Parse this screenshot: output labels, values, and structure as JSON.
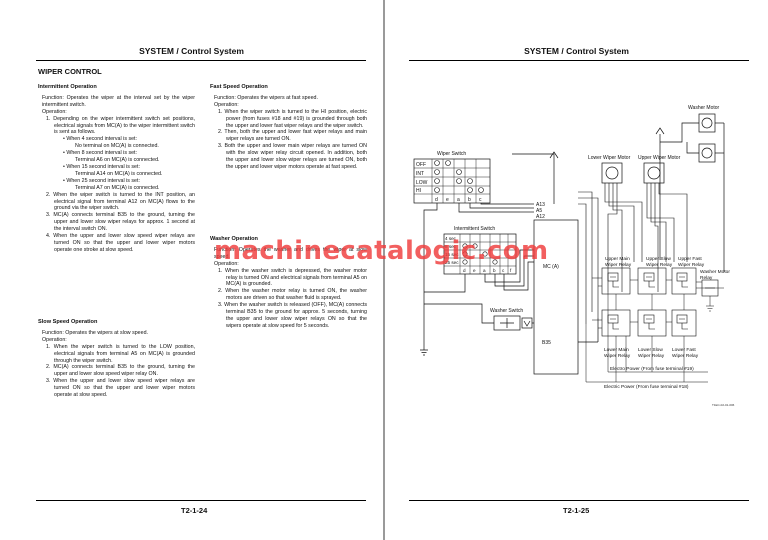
{
  "header_title": "SYSTEM / Control System",
  "left_page": {
    "section_title": "WIPER CONTROL",
    "intermittent": {
      "heading": "Intermittent Operation",
      "function": "Function: Operates the wiper at the interval set by the wiper intermittent switch.",
      "operation_label": "Operation:",
      "item1": "1.  Depending on the wiper intermittent switch set positions, electrical signals from MC(A) to the wiper intermittent switch is sent as follows.",
      "b1": "•  When 4 second interval is set:",
      "b1d": "No terminal on MC(A) is connected.",
      "b2": "•  When 8 second interval is set:",
      "b2d": "Terminal A6 on MC(A) is connected.",
      "b3": "•  When 15 second interval is set:",
      "b3d": "Terminal A14 on MC(A) is connected.",
      "b4": "•  When 25 second interval is set:",
      "b4d": "Terminal A7 on MC(A) is connected.",
      "item2": "2.  When the wiper switch is turned to the INT position, an electrical signal from terminal A12 on MC(A) flows to the ground via the wiper switch.",
      "item3": "3.  MC(A) connects terminal B35 to the ground, turning the upper and lower slow wiper relays for approx. 1 second at the interval switch ON.",
      "item4": "4.  When the upper and lower slow speed wiper relays are turned ON so that the upper and lower wiper motors operate one stroke at slow speed."
    },
    "slow": {
      "heading": "Slow Speed Operation",
      "function": "Function: Operates the wipers at slow speed.",
      "operation_label": "Operation:",
      "item1": "1.  When the wiper switch is turned to the LOW position, electrical signals from terminal A5 on MC(A) is grounded through the wiper switch.",
      "item2": "2.  MC(A) connects terminal B35 to the ground, turning the upper and lower slow speed wiper relay ON.",
      "item3": "3.  When the upper and lower slow speed wiper relays are turned ON so that the upper and lower wiper motors operate at slow speed."
    },
    "fast": {
      "heading": "Fast Speed Operation",
      "function": "Function: Operates the wipers at fast speed.",
      "operation_label": "Operation:",
      "item1": "1.  When the wiper switch is turned to the HI position, electric power (from fuses #18 and #19) is grounded through both the upper and lower fast wiper relays and the wiper switch.",
      "item2": "2.  Then, both the upper and lower fast wiper relays and main wiper relays are turned ON.",
      "item3": "3.  Both the upper and lower main wiper relays are turned ON with the slow wiper relay circuit opened. In addition, both the upper and lower slow wiper relays are turned ON, both the upper and lower wiper motors operate at fast speed."
    },
    "washer": {
      "heading": "Washer Operation",
      "function": "Function: Operates the washer and drives the wiper at slow speed.",
      "operation_label": "Operation:",
      "item1": "1.  When the washer switch is depressed, the washer motor relay is turned ON and electrical signals from terminal A5 on MC(A) is grounded.",
      "item2": "2.  When the washer motor relay is turned ON, the washer motors are driven so that washer fluid is sprayed.",
      "item3": "3.  When the washer switch is released (OFF), MC(A) connects terminal B35 to the ground for approx. 5 seconds, turning the upper and lower slow wiper relays ON so that the wipers operate at slow speed for 5 seconds."
    },
    "page_number": "T2-1-24"
  },
  "right_page": {
    "page_number": "T2-1-25",
    "diagram": {
      "washer_motor": "Washer Motor",
      "lower_wiper_motor": "Lower Wiper Motor",
      "upper_wiper_motor": "Upper Wiper Motor",
      "wiper_switch": "Wiper Switch",
      "switch_rows": [
        "OFF",
        "INT",
        "LOW",
        "HI"
      ],
      "switch_cols": [
        "d",
        "e",
        "a",
        "b",
        "c"
      ],
      "intermittent_switch": "Intermittent Switch",
      "interval_rows": [
        "4 sec",
        "8 sec",
        "15 sec",
        "25 sec"
      ],
      "interval_cols": [
        "d",
        "e",
        "a",
        "b",
        "c",
        "f"
      ],
      "mc": "MC (A)",
      "terminals": [
        "A13",
        "A5",
        "A12"
      ],
      "b35": "B35",
      "washer_switch": "Washer Switch",
      "upper_main_wiper_relay": [
        "Upper Main",
        "Wiper Relay"
      ],
      "upper_slow_wiper_relay": [
        "Upper Slow",
        "Wiper Relay"
      ],
      "upper_fast_wiper_relay": [
        "Upper Fast",
        "Wiper Relay"
      ],
      "washer_motor_relay": [
        "Washer Motor",
        "Relay"
      ],
      "lower_main_wiper_relay": [
        "Lower Main",
        "Wiper Relay"
      ],
      "lower_slow_wiper_relay": [
        "Lower Slow",
        "Wiper Relay"
      ],
      "lower_fast_wiper_relay": [
        "Lower Fast",
        "Wiper Relay"
      ],
      "electro_power_19": "Electro Power (From fuse terminal #19)",
      "electric_power_18": "Electric Power (From fuse terminal #18)",
      "figure_code": "T1EC-02-01-006"
    }
  },
  "watermark": "machinecatalogic.com"
}
